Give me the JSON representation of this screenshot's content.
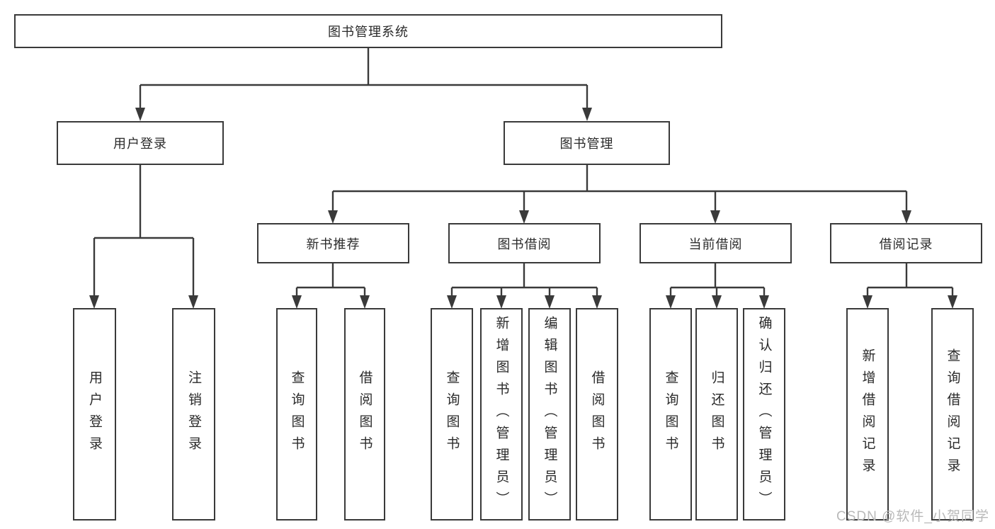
{
  "nodes": {
    "root": "图书管理系统",
    "level2": [
      "用户登录",
      "图书管理"
    ],
    "level3": [
      "新书推荐",
      "图书借阅",
      "当前借阅",
      "借阅记录"
    ],
    "leaves": {
      "user_login": [
        "用户登录",
        "注销登录"
      ],
      "new_book_recommend": [
        "查询图书",
        "借阅图书"
      ],
      "book_borrow": [
        "查询图书",
        "新增图书（管理员）",
        "编辑图书（管理员）",
        "借阅图书"
      ],
      "current_borrow": [
        "查询图书",
        "归还图书",
        "确认归还（管理员）"
      ],
      "borrow_record": [
        "新增借阅记录",
        "查询借阅记录"
      ]
    }
  },
  "watermark": "CSDN @软件_小贺同学",
  "colors": {
    "line": "#3a3a3a",
    "text": "#2a2a2a",
    "background": "#ffffff",
    "watermark": "#b9b9b9"
  }
}
